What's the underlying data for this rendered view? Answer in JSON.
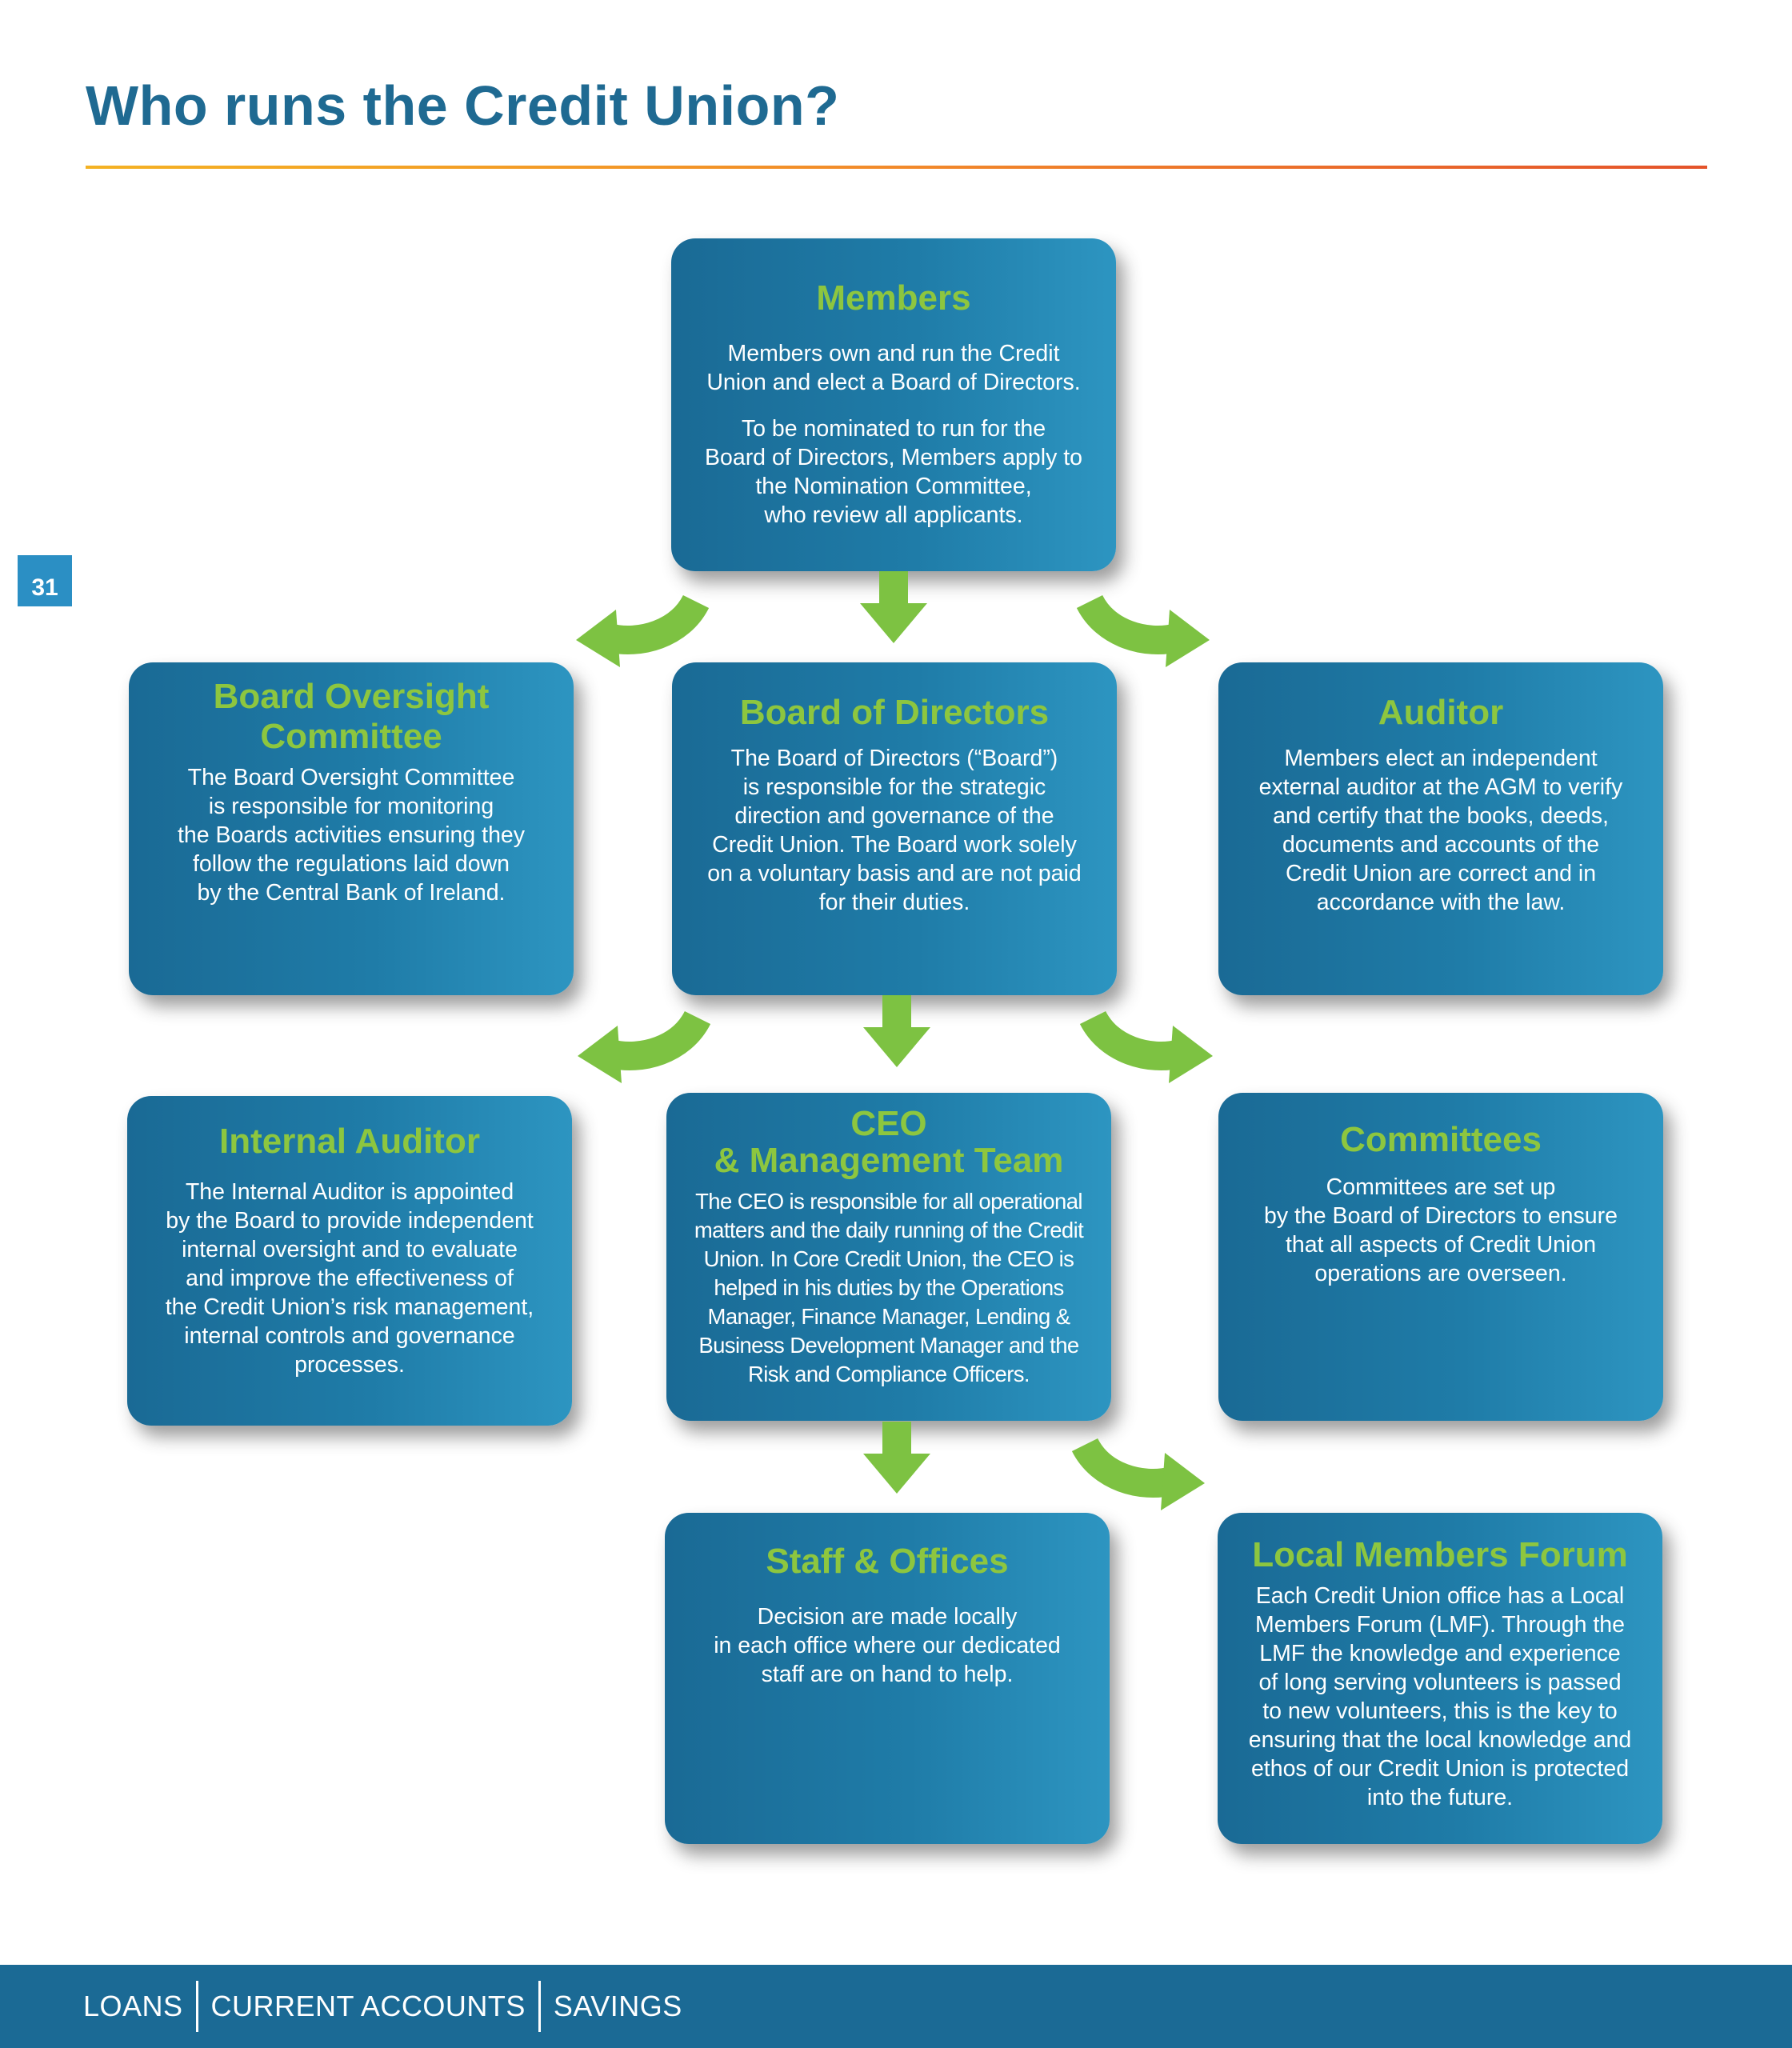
{
  "page": {
    "title": "Who runs the Credit Union?",
    "number": "31"
  },
  "boxes": {
    "members": {
      "title": "Members",
      "body_1": "Members own and run the Credit\nUnion and elect a Board of Directors.",
      "body_2": "To be nominated to run for the\nBoard of Directors, Members apply to\nthe Nomination Committee,\nwho review all applicants."
    },
    "board_oversight": {
      "title": "Board Oversight\nCommittee",
      "body": "The Board Oversight Committee\nis responsible for monitoring\nthe Boards activities ensuring they\nfollow the regulations laid down\nby the Central Bank of Ireland."
    },
    "board_directors": {
      "title": "Board of Directors",
      "body": "The Board of Directors (“Board”)\nis responsible for the strategic\ndirection and governance of the\nCredit Union. The Board work solely\non a voluntary basis and are not paid\nfor their duties."
    },
    "auditor": {
      "title": "Auditor",
      "body": "Members elect an independent\nexternal auditor at the AGM to verify\nand certify that the books, deeds,\ndocuments and accounts of the\nCredit Union are correct and in\naccordance with the law."
    },
    "internal_auditor": {
      "title": "Internal Auditor",
      "body": "The Internal Auditor is appointed\nby the Board to provide independent\ninternal oversight and to evaluate\nand improve the effectiveness of\nthe Credit Union’s risk management,\ninternal controls and governance\nprocesses."
    },
    "ceo": {
      "title": "CEO\n& Management Team",
      "body": "The CEO is responsible for all operational\nmatters and the daily running of the Credit\nUnion. In Core Credit Union, the CEO is\nhelped in his duties by the Operations\nManager, Finance Manager, Lending &\nBusiness Development  Manager and the\nRisk and Compliance Officers."
    },
    "committees": {
      "title": "Committees",
      "body": "Committees are set up\nby the Board of Directors to ensure\nthat all aspects of Credit Union\noperations are overseen."
    },
    "staff": {
      "title": "Staff & Offices",
      "body": "Decision are made locally\nin each office where our dedicated\nstaff are on hand to help."
    },
    "local_forum": {
      "title": "Local Members Forum",
      "body": "Each Credit Union office has a Local\nMembers Forum (LMF). Through the\nLMF the knowledge and experience\nof long serving volunteers is passed\nto new volunteers, this is the key to\nensuring that the local knowledge and\nethos of our Credit Union is protected\ninto the future."
    }
  },
  "colors": {
    "title": "#1f6a92",
    "box_gradient_start": "#1a6a95",
    "box_gradient_end": "#2d95c1",
    "box_heading": "#8dc63f",
    "arrow": "#7dc242",
    "footer": "#1b6a95"
  },
  "footer": {
    "items": [
      "LOANS",
      "CURRENT ACCOUNTS",
      "SAVINGS"
    ]
  }
}
